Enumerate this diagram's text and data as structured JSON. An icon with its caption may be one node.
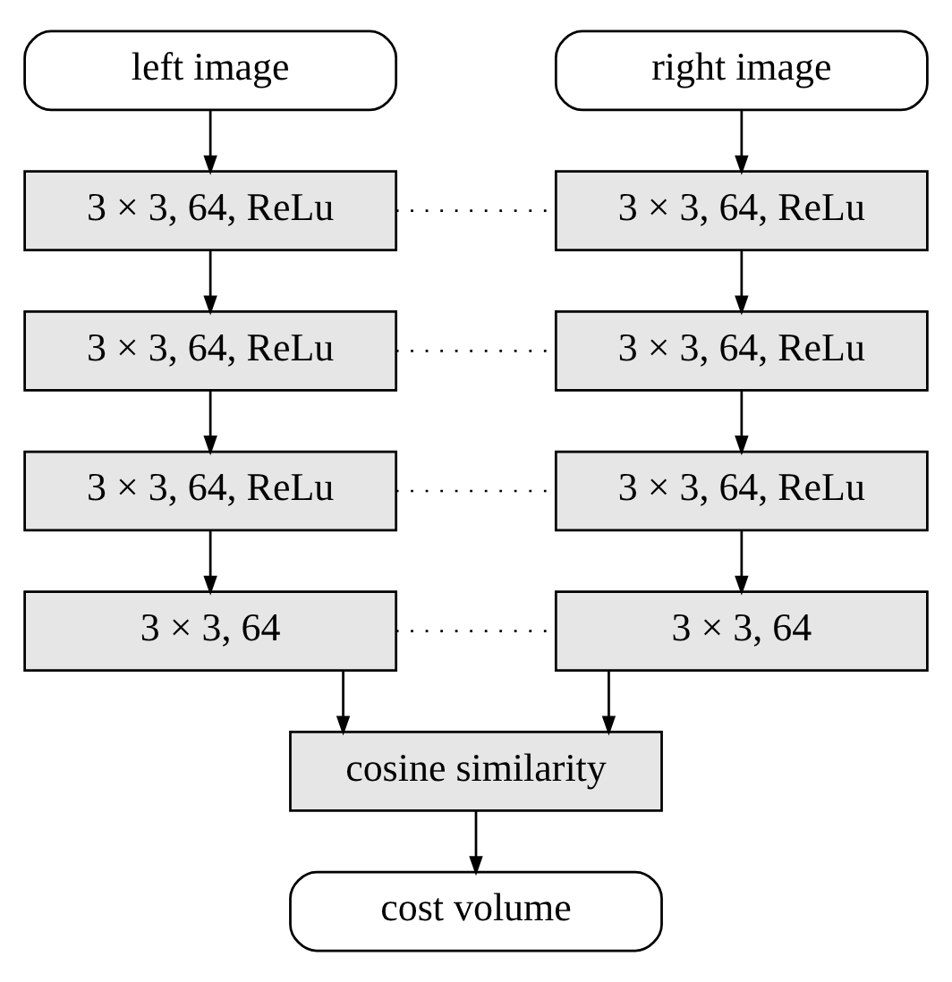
{
  "diagram": {
    "nodes": [
      {
        "text": [
          "left image"
        ]
      },
      {
        "text": [
          "right image"
        ]
      },
      {
        "text": [
          "3 × 3, 64, ReLu"
        ]
      },
      {
        "text": [
          "3 × 3, 64, ReLu"
        ]
      },
      {
        "text": [
          "3 × 3, 64, ReLu"
        ]
      },
      {
        "text": [
          "3 × 3, 64, ReLu"
        ]
      },
      {
        "text": [
          "3 × 3, 64, ReLu"
        ]
      },
      {
        "text": [
          "3 × 3, 64, ReLu"
        ]
      },
      {
        "text": [
          "3 × 3, 64"
        ]
      },
      {
        "text": [
          "3 × 3, 64"
        ]
      },
      {
        "text": [
          "cosine similarity"
        ]
      },
      {
        "text": [
          "cost volume"
        ]
      }
    ],
    "edges": [
      {
        "from": 0,
        "to": 2,
        "arrow": "to"
      },
      {
        "from": 1,
        "to": 3,
        "arrow": "to"
      },
      {
        "from": 2,
        "to": 3,
        "arrow": "none",
        "style": "dashed"
      },
      {
        "from": 2,
        "to": 4,
        "arrow": "to"
      },
      {
        "from": 3,
        "to": 5,
        "arrow": "to"
      },
      {
        "from": 4,
        "to": 5,
        "arrow": "none",
        "style": "dashed"
      },
      {
        "from": 4,
        "to": 6,
        "arrow": "to"
      },
      {
        "from": 5,
        "to": 7,
        "arrow": "to"
      },
      {
        "from": 6,
        "to": 7,
        "arrow": "none",
        "style": "dashed"
      },
      {
        "from": 6,
        "to": 8,
        "arrow": "to"
      },
      {
        "from": 7,
        "to": 9,
        "arrow": "to"
      },
      {
        "from": 8,
        "to": 9,
        "arrow": "none",
        "style": "dashed"
      },
      {
        "from": 8,
        "to": 10,
        "arrow": "to"
      },
      {
        "from": 9,
        "to": 10,
        "arrow": "to"
      },
      {
        "from": 10,
        "to": 11,
        "arrow": "to"
      }
    ]
  }
}
